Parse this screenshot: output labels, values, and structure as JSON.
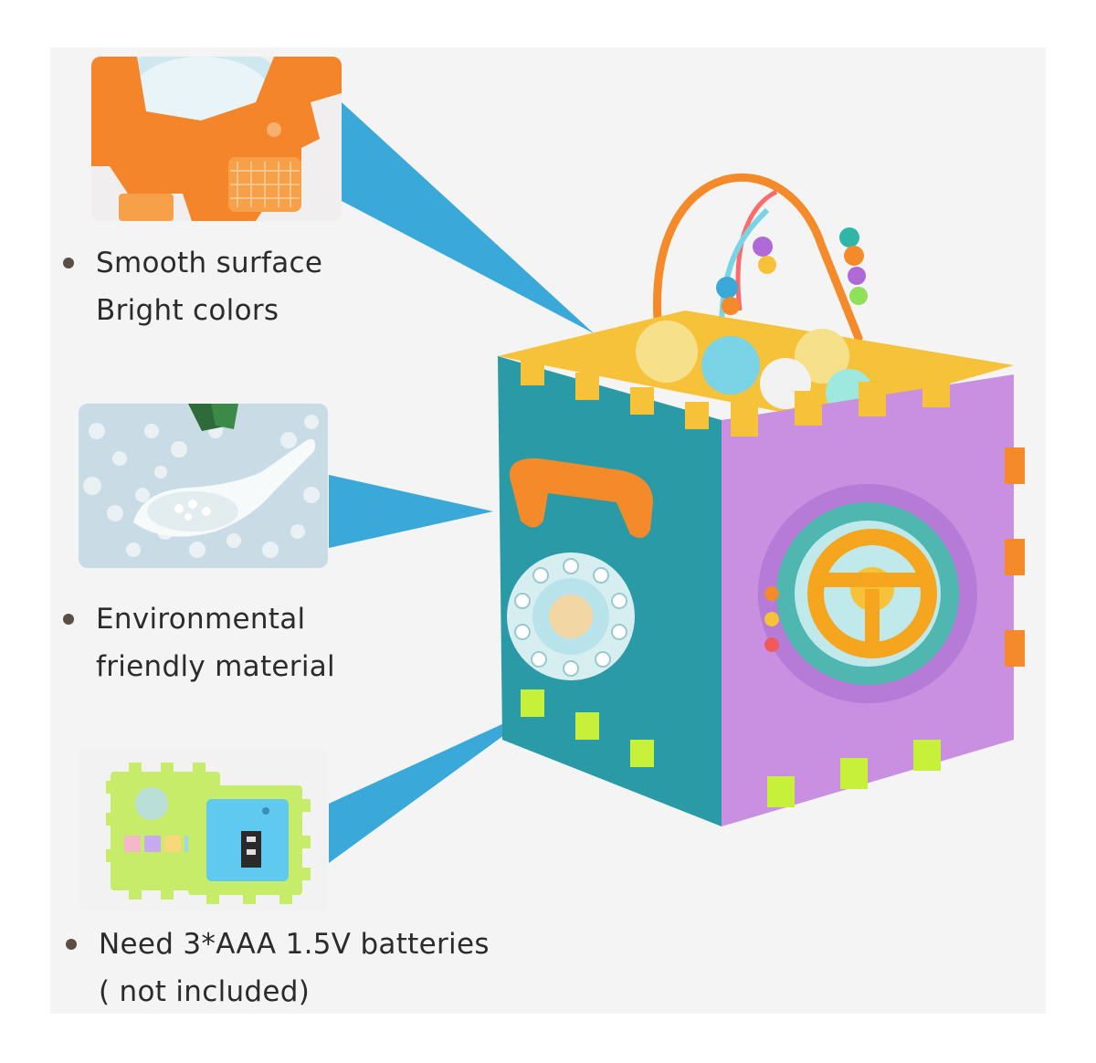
{
  "features": [
    {
      "lines": [
        "Smooth surface",
        "Bright colors"
      ]
    },
    {
      "lines": [
        "Environmental",
        "friendly material"
      ]
    },
    {
      "lines": [
        "Need 3*AAA 1.5V batteries",
        "( not included)"
      ]
    }
  ],
  "colors": {
    "background": "#f4f4f4",
    "ray": "#3aa8d8",
    "bullet": "#5a4f46",
    "text": "#2b2b2b",
    "orange": "#f58a2a",
    "teal": "#2a9aa6",
    "purple": "#c98fe0",
    "yellow": "#f6c23a",
    "lime": "#c6f03a"
  }
}
